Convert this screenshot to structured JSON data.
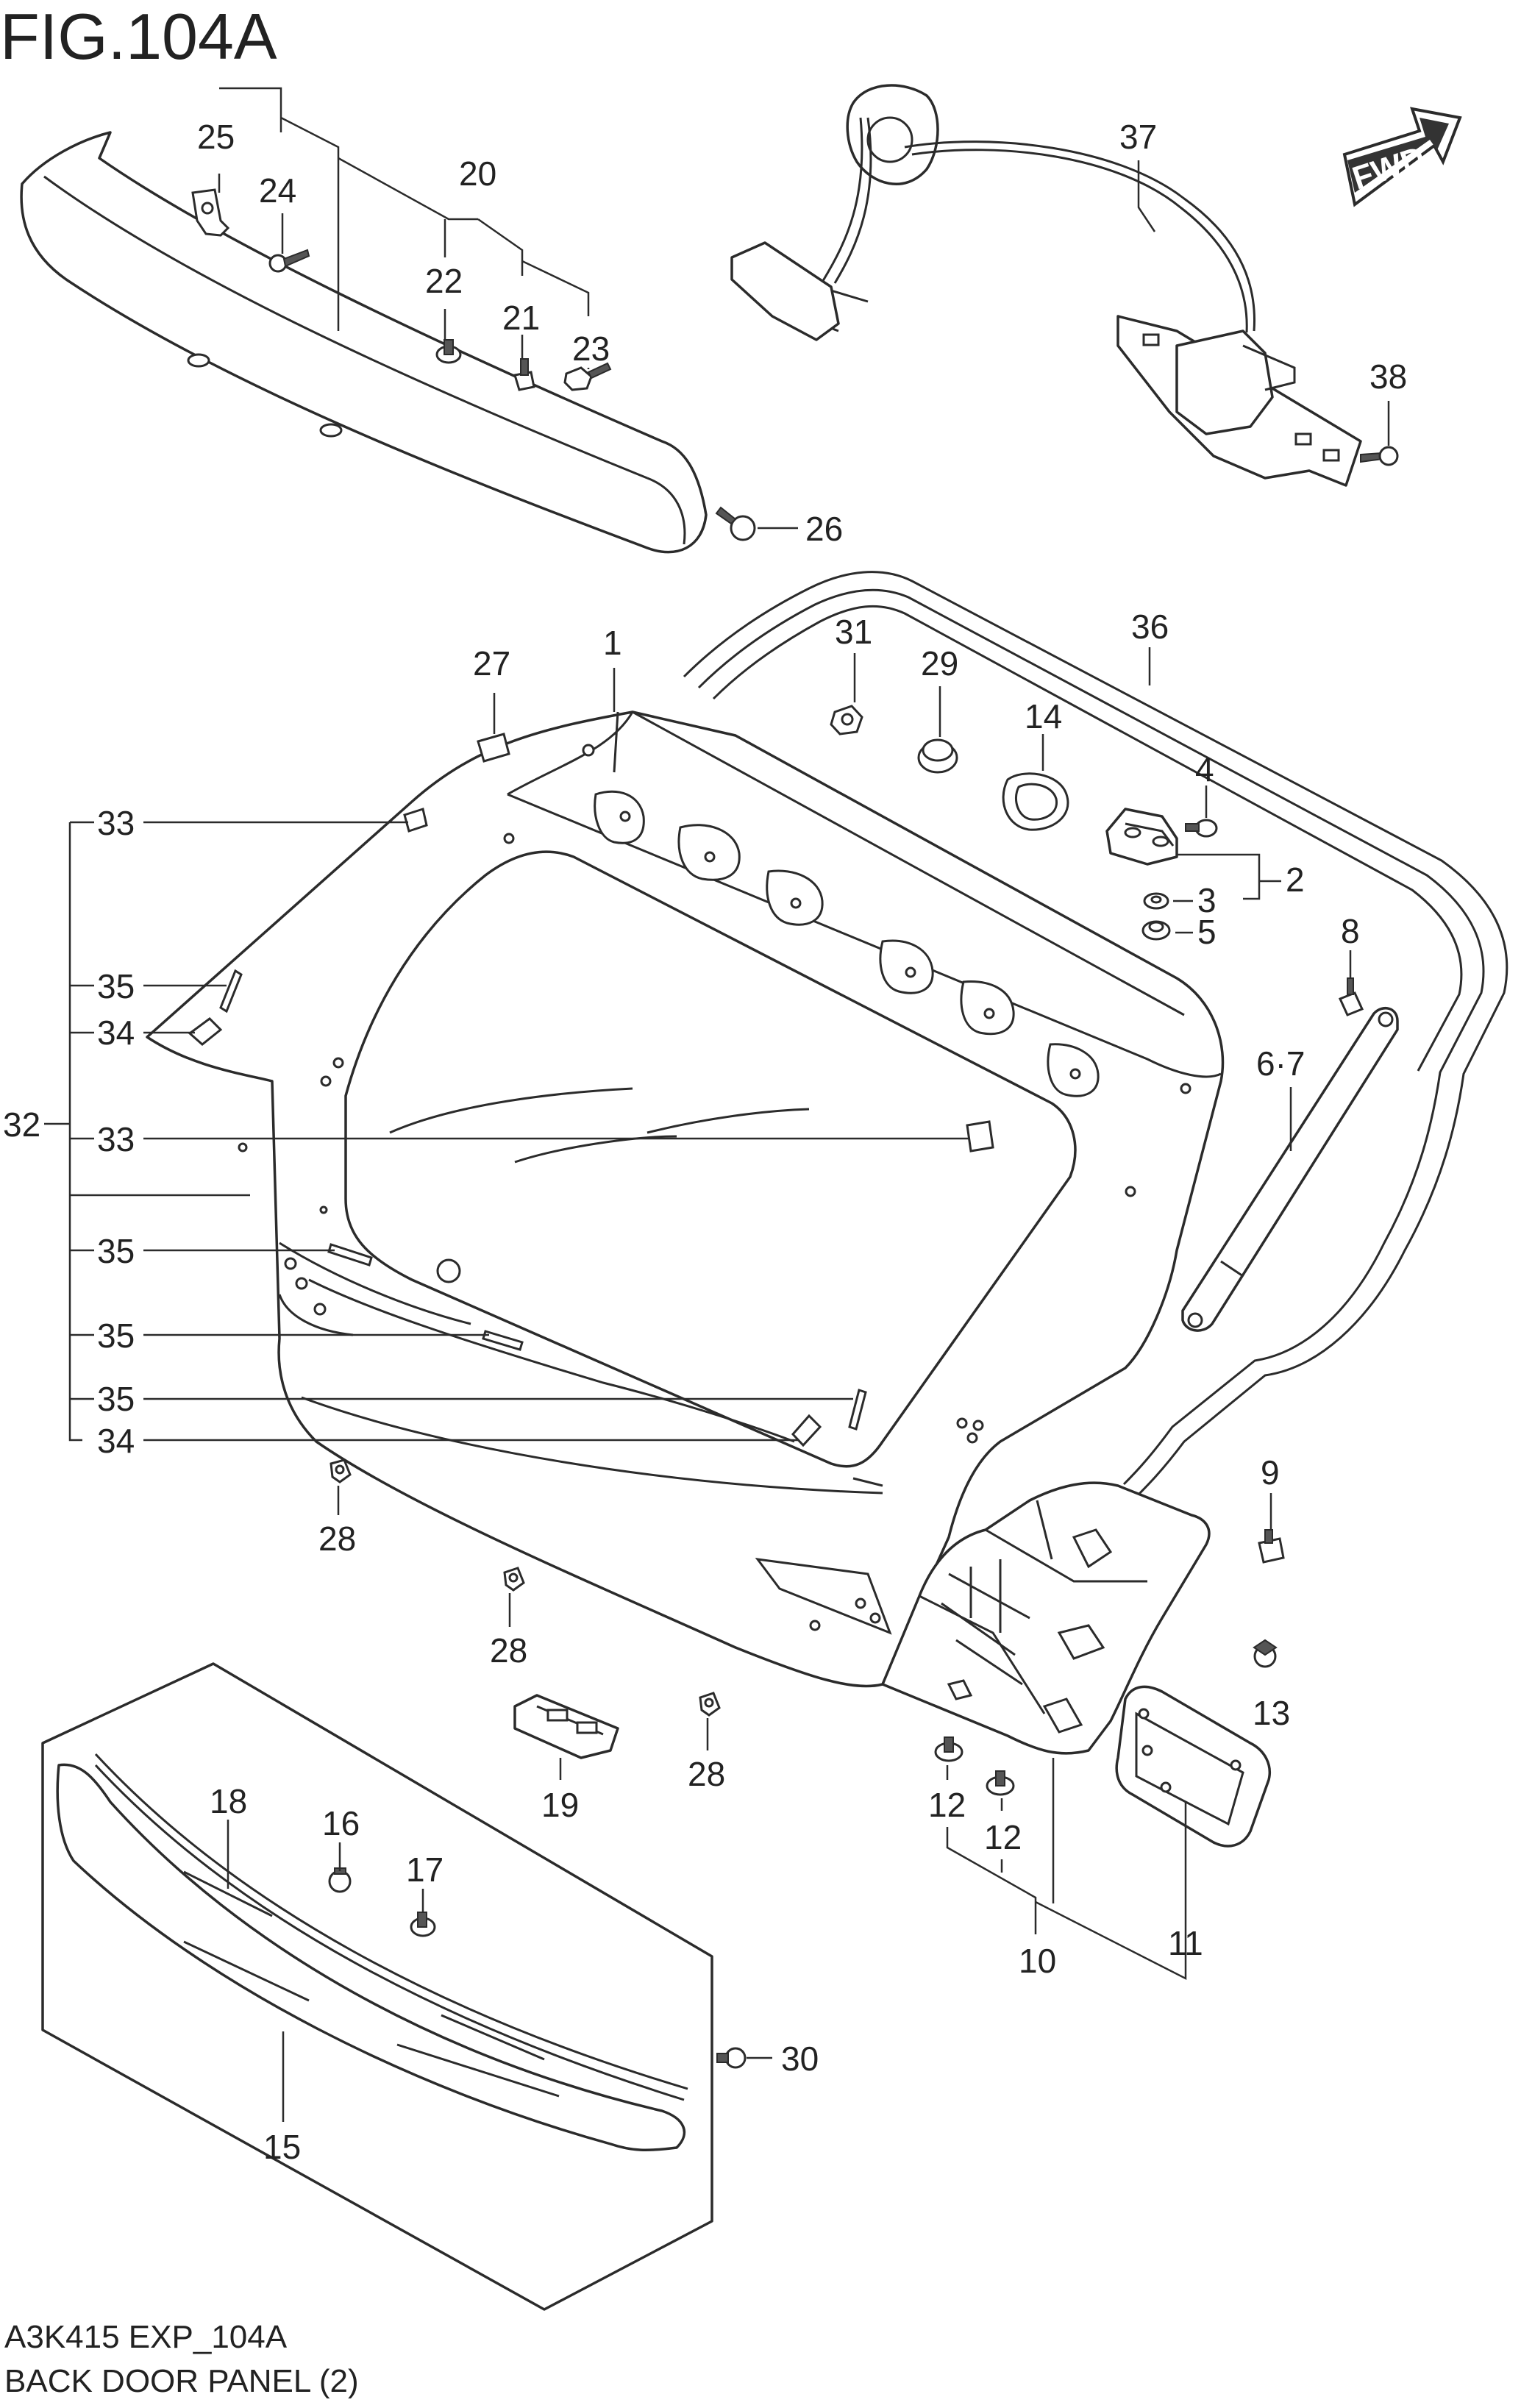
{
  "figure": {
    "title": "FIG.104A",
    "code": "A3K415 EXP_104A",
    "name": "BACK DOOR PANEL (2)",
    "direction_badge": "FWD"
  },
  "callouts": [
    {
      "id": "c1",
      "label": "1"
    },
    {
      "id": "c2",
      "label": "2"
    },
    {
      "id": "c3",
      "label": "3"
    },
    {
      "id": "c4",
      "label": "4"
    },
    {
      "id": "c5",
      "label": "5"
    },
    {
      "id": "c67",
      "label": "6·7"
    },
    {
      "id": "c8",
      "label": "8"
    },
    {
      "id": "c9",
      "label": "9"
    },
    {
      "id": "c10",
      "label": "10"
    },
    {
      "id": "c11",
      "label": "11"
    },
    {
      "id": "c12a",
      "label": "12"
    },
    {
      "id": "c12b",
      "label": "12"
    },
    {
      "id": "c13",
      "label": "13"
    },
    {
      "id": "c14",
      "label": "14"
    },
    {
      "id": "c15",
      "label": "15"
    },
    {
      "id": "c16",
      "label": "16"
    },
    {
      "id": "c17",
      "label": "17"
    },
    {
      "id": "c18",
      "label": "18"
    },
    {
      "id": "c19",
      "label": "19"
    },
    {
      "id": "c20",
      "label": "20"
    },
    {
      "id": "c21",
      "label": "21"
    },
    {
      "id": "c22",
      "label": "22"
    },
    {
      "id": "c23",
      "label": "23"
    },
    {
      "id": "c24",
      "label": "24"
    },
    {
      "id": "c25",
      "label": "25"
    },
    {
      "id": "c26",
      "label": "26"
    },
    {
      "id": "c27",
      "label": "27"
    },
    {
      "id": "c28a",
      "label": "28"
    },
    {
      "id": "c28b",
      "label": "28"
    },
    {
      "id": "c28c",
      "label": "28"
    },
    {
      "id": "c29",
      "label": "29"
    },
    {
      "id": "c30",
      "label": "30"
    },
    {
      "id": "c31",
      "label": "31"
    },
    {
      "id": "c32",
      "label": "32"
    },
    {
      "id": "c33a",
      "label": "33"
    },
    {
      "id": "c33b",
      "label": "33"
    },
    {
      "id": "c34a",
      "label": "34"
    },
    {
      "id": "c34b",
      "label": "34"
    },
    {
      "id": "c35a",
      "label": "35"
    },
    {
      "id": "c35b",
      "label": "35"
    },
    {
      "id": "c35c",
      "label": "35"
    },
    {
      "id": "c35d",
      "label": "35"
    },
    {
      "id": "c36",
      "label": "36"
    },
    {
      "id": "c37",
      "label": "37"
    },
    {
      "id": "c38",
      "label": "38"
    }
  ]
}
